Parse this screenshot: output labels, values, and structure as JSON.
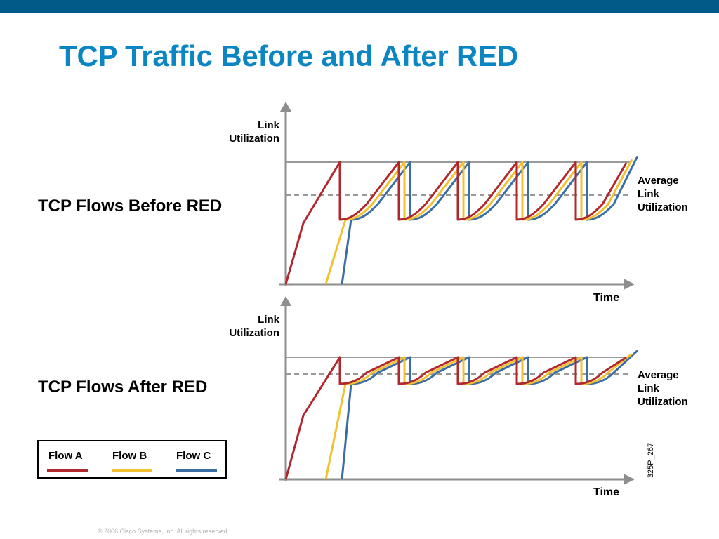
{
  "slide": {
    "title": "TCP Traffic Before and After RED",
    "copyright": "© 2006 Cisco Systems, Inc. All rights reserved.",
    "figure_id": "325P_267",
    "top_bar_color": "#015a87",
    "title_color": "#0b86c3"
  },
  "panels": [
    {
      "label": "TCP Flows Before RED",
      "y_axis_label_line1": "Link",
      "y_axis_label_line2": "Utilization",
      "x_axis_label": "Time",
      "avg_label_line1": "Average",
      "avg_label_line2": "Link",
      "avg_label_line3": "Utilization"
    },
    {
      "label": "TCP Flows After RED",
      "y_axis_label_line1": "Link",
      "y_axis_label_line2": "Utilization",
      "x_axis_label": "Time",
      "avg_label_line1": "Average",
      "avg_label_line2": "Link",
      "avg_label_line3": "Utilization"
    }
  ],
  "legend": {
    "items": [
      {
        "label": "Flow A",
        "color": "#b0282e"
      },
      {
        "label": "Flow B",
        "color": "#f2c030"
      },
      {
        "label": "Flow C",
        "color": "#3a6ea5"
      }
    ]
  },
  "colors": {
    "axis": "#8e8e8e",
    "capacity_line": "#9a9a9a",
    "average_line": "#9a9a9a"
  }
}
